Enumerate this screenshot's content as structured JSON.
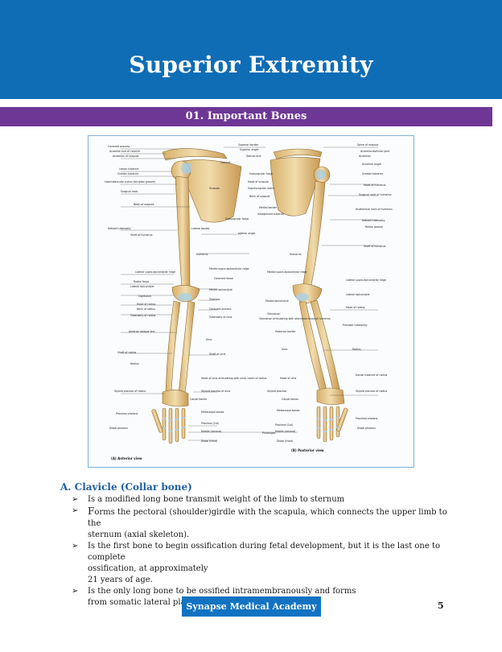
{
  "header": {
    "title": "Superior Extremity"
  },
  "section": {
    "title": "01. Important Bones"
  },
  "figure": {
    "caption_anterior": "(A) Anterior view",
    "caption_posterior": "(B) Posterior view",
    "labels_left": [
      "Coracoid process",
      "Acromial end of clavicle",
      "Acromion of scapula",
      "Lesser tubercle",
      "Greater tubercle",
      "Intertubercular sulcus (bicipital groove)",
      "Surgical neck",
      "Body of scapula",
      "Deltoid tuberosity",
      "Shaft of humerus",
      "Lateral supra-epicondylar ridge",
      "Radial fossa",
      "Lateral epicondyle",
      "Capitulum",
      "Head of radius",
      "Neck of radius",
      "Tuberosity of radius",
      "Anterior oblique line",
      "Shaft of radius",
      "Radius",
      "Styloid process of radius",
      "Proximal phalanx",
      "Distal phalanx"
    ],
    "labels_middle": [
      "Superior border",
      "Superior angle",
      "Sternal end",
      "Clavicle",
      "Subscapular fossa",
      "Head of scapula",
      "Suprascapular notch",
      "Scapula",
      "Neck of scapula",
      "Medial border",
      "Infraglenoid tubercle",
      "Subscapular fossa",
      "Lateral border",
      "Inferior angle",
      "Humerus",
      "Medial supra-epicondylar ridge",
      "Coronoid fossa",
      "Medial epicondyle",
      "Trochlea",
      "Coronoid process",
      "Tuberosity of ulna",
      "Ulna",
      "Shaft of ulna",
      "Head of ulna articulating with ulnar notch of radius",
      "Styloid process of ulna",
      "Carpal bones",
      "Metacarpal bones",
      "Proximal (1st)",
      "Middle (second)",
      "Distal (third)",
      "Phalanges"
    ],
    "labels_right": [
      "Spine of scapula",
      "Acromioclavicular joint",
      "Acromion",
      "Acromial angle",
      "Greater tubercle",
      "Head of humerus",
      "Surgical neck of humerus",
      "Anatomical neck of humerus",
      "Deltoid tuberosity",
      "Radial groove",
      "Shaft of humerus",
      "Humerus",
      "Medial supra-epicondylar ridge",
      "Lateral supra-epicondylar ridge",
      "Lateral epicondyle",
      "Medial epicondyle",
      "Olecranon",
      "Olecranon articulating with olecranon fossa of humerus",
      "Head of radius",
      "Posterior border",
      "Pronator tuberosity",
      "Ulna",
      "Radius",
      "Dorsal tubercle of radius",
      "Head of ulna",
      "Styloid process",
      "Styloid process of radius",
      "Carpal bones",
      "Metacarpal bones",
      "Proximal (1st)",
      "Middle (second)",
      "Distal (third)",
      "Proximal phalanx",
      "Distal phalanx"
    ]
  },
  "content": {
    "subheading": "A. Clavicle (Collar bone)",
    "bullets": [
      {
        "marker": "➢",
        "lines": [
          "Is a modified long bone transmit weight of the limb to sternum"
        ]
      },
      {
        "marker": "➢",
        "first_letter": "F",
        "lines": [
          "orms the pectoral (shoulder)girdle with the scapula, which connects the upper limb to the",
          "sternum (axial skeleton)."
        ]
      },
      {
        "marker": "➢",
        "lines": [
          "Is the first bone to begin ossification during fetal development, but it is the last one to complete",
          "ossification, at approximately",
          "21 years of age."
        ]
      },
      {
        "marker": "➢",
        "lines": [
          "Is the only long bone to be ossified intramembranously and forms",
          "from somatic lateral plate mesoderm."
        ]
      }
    ]
  },
  "footer": {
    "label": "Synapse Medical Academy",
    "page_number": "5"
  },
  "colors": {
    "header_blue": "#0e6db5",
    "section_purple": "#6f3795",
    "footer_blue": "#1173c1",
    "subheading_blue": "#1f5fa6",
    "bone": "#e6c98f"
  }
}
